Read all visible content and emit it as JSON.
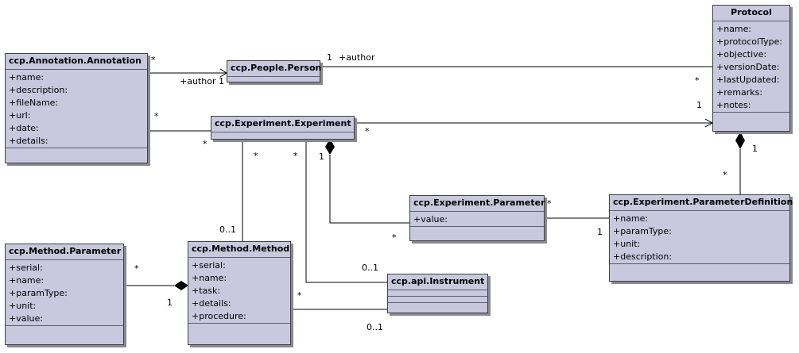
{
  "classes": {
    "annotation": {
      "name": "ccp.Annotation.Annotation",
      "attrs": [
        "+name:",
        "+description:",
        "+fileName:",
        "+url:",
        "+date:",
        "+details:"
      ]
    },
    "person": {
      "name": "ccp.People.Person",
      "attrs": []
    },
    "protocol": {
      "name": "Protocol",
      "attrs": [
        "+name:",
        "+protocolType:",
        "+objective:",
        "+versionDate:",
        "+lastUpdated:",
        "+remarks:",
        "+notes:"
      ]
    },
    "experiment": {
      "name": "ccp.Experiment.Experiment",
      "attrs": []
    },
    "exp_parameter": {
      "name": "ccp.Experiment.Parameter",
      "attrs": [
        "+value:"
      ]
    },
    "param_definition": {
      "name": "ccp.Experiment.ParameterDefinition",
      "attrs": [
        "+name:",
        "+paramType:",
        "+unit:",
        "+description:"
      ]
    },
    "method_parameter": {
      "name": "ccp.Method.Parameter",
      "attrs": [
        "+serial:",
        "+name:",
        "+paramType:",
        "+unit:",
        "+value:"
      ]
    },
    "method": {
      "name": "ccp.Method.Method",
      "attrs": [
        "+serial:",
        "+name:",
        "+task:",
        "+details:",
        "+procedure:"
      ]
    },
    "instrument": {
      "name": "ccp.api.Instrument",
      "attrs": []
    }
  },
  "labels": {
    "ann_person_star": "*",
    "ann_person_role": "+author 1",
    "person_protocol_mult": "1",
    "person_protocol_role": "+author",
    "protocol_person_star": "*",
    "protocol_exp_one": "1",
    "ann_exp_star": "*",
    "exp_ann_star": "*",
    "exp_protocol_star": "*",
    "protocol_pd_one": "1",
    "pd_protocol_star": "*",
    "exp_method_star": "*",
    "method_exp_range": "0..1",
    "exp_instr_star": "*",
    "exp_param_one": "1",
    "param_exp_star": "*",
    "param_exp_star2": "*",
    "param_pd_one": "1",
    "instr_range_top": "0..1",
    "method_instr_star": "*",
    "instr_range_bottom": "0..1",
    "mparam_star": "*",
    "method_mparam_one": "1"
  }
}
